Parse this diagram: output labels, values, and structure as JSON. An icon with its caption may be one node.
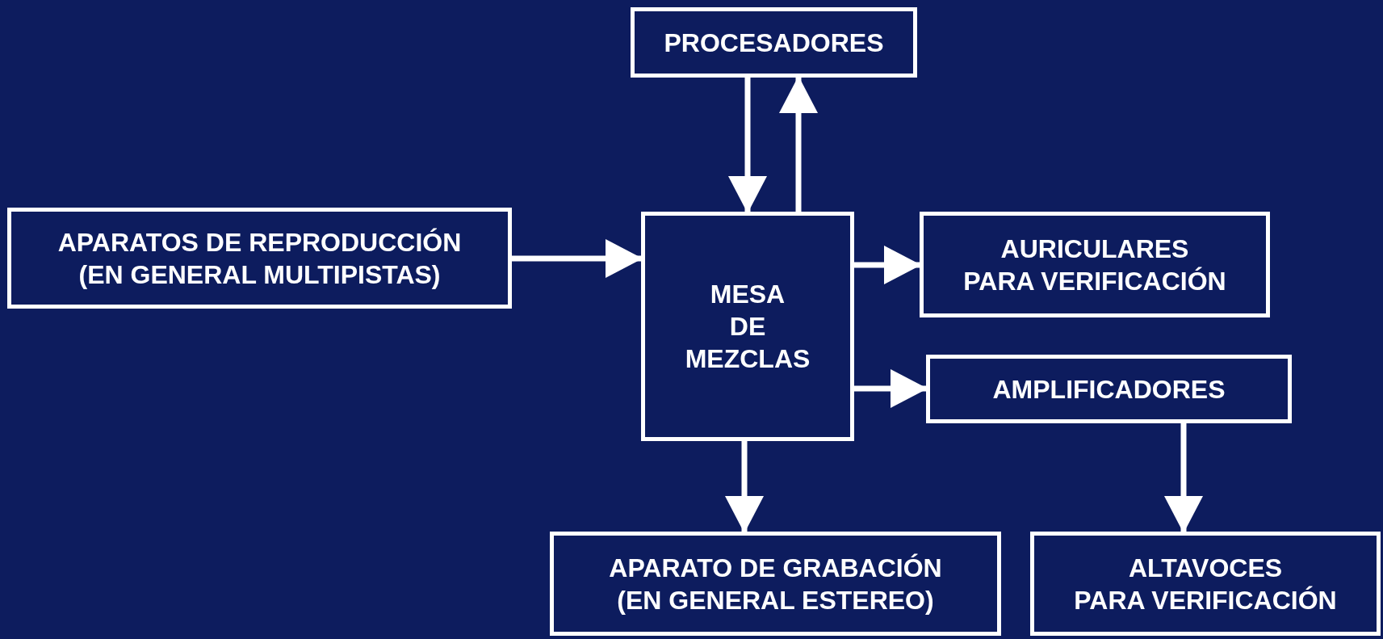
{
  "diagram": {
    "nodes": [
      {
        "text": [
          "PROCESADORES"
        ]
      },
      {
        "text": [
          "APARATOS DE REPRODUCCIÓN (EN GENERAL MULTIPISTAS)"
        ]
      },
      {
        "text": [
          "MESA DE MEZCLAS"
        ]
      },
      {
        "text": [
          "AURICULARES PARA VERIFICACIÓN"
        ]
      },
      {
        "text": [
          "AMPLIFICADORES"
        ]
      },
      {
        "text": [
          "APARATO DE GRABACIÓN (EN GENERAL ESTEREO)"
        ]
      },
      {
        "text": [
          "ALTAVOCES PARA VERIFICACIÓN"
        ]
      }
    ],
    "edges": [
      {
        "from": 0,
        "to": 2,
        "arrow": "to"
      },
      {
        "from": 2,
        "to": 0,
        "arrow": "to"
      },
      {
        "from": 1,
        "to": 2,
        "arrow": "to"
      },
      {
        "from": 2,
        "to": 3,
        "arrow": "to"
      },
      {
        "from": 2,
        "to": 4,
        "arrow": "to"
      },
      {
        "from": 2,
        "to": 5,
        "arrow": "to"
      },
      {
        "from": 4,
        "to": 6,
        "arrow": "to"
      }
    ]
  }
}
